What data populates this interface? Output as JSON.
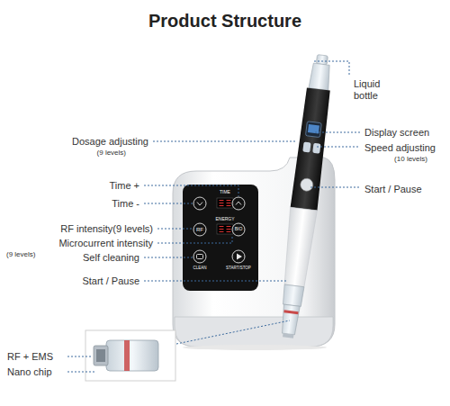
{
  "diagram": {
    "title": "Product Structure",
    "labels": [
      "Liquid bottle",
      "Display screen",
      "Dosage adjusting",
      "(9 levels)",
      "Speed adjusting",
      "(10 levels)",
      "Start / Pause",
      "Time +",
      "Time -",
      "TIME",
      "ENERGY",
      "RF intensity(9 levels)",
      "RF",
      "BIO",
      "Microcurrent intensity",
      "(9 levels)",
      "Self cleaning",
      "CLEAN",
      "START/STOP",
      "Start / Pause",
      "RF + EMS",
      "Nano chip"
    ]
  }
}
